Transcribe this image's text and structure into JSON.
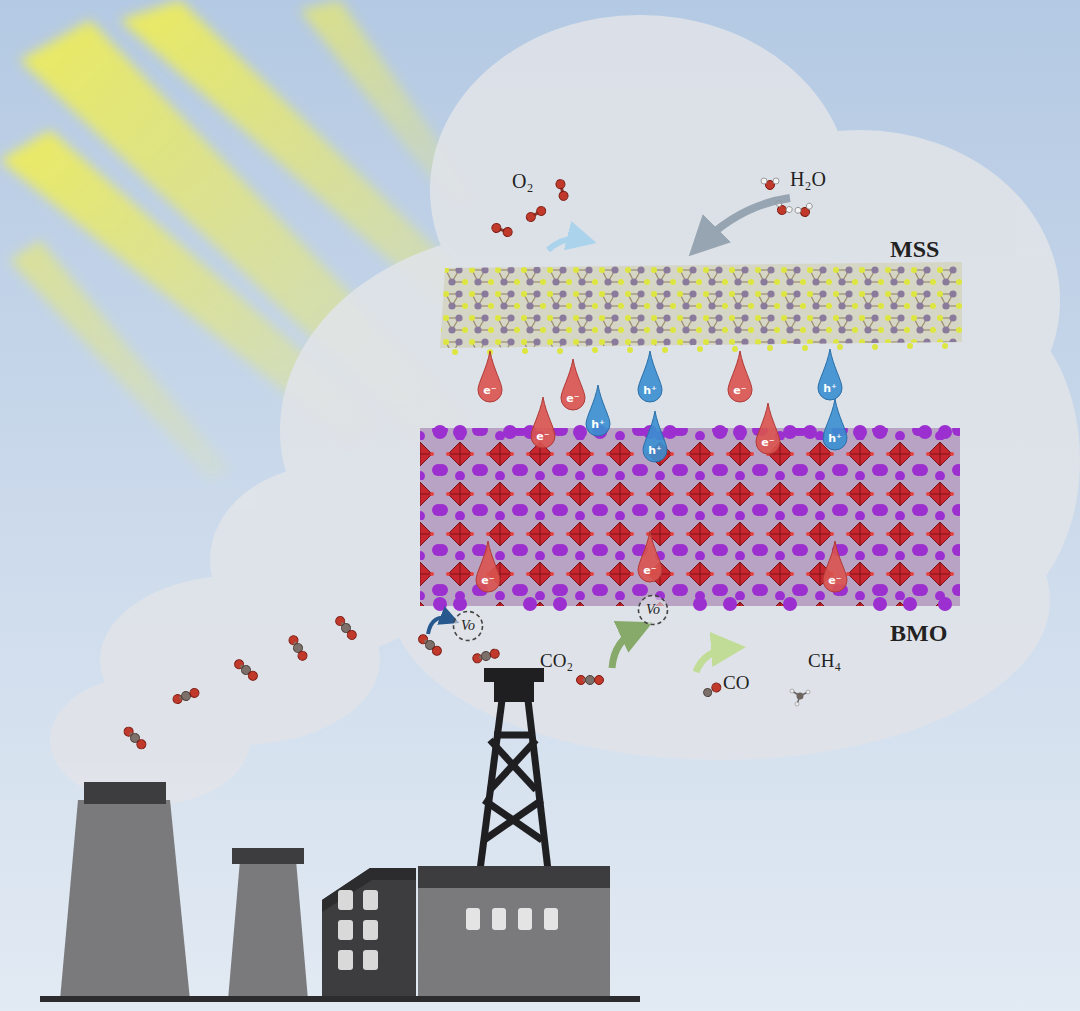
{
  "diagram": {
    "nodes": [
      {
        "text": [
          "e⁻"
        ]
      },
      {
        "text": [
          "e⁻"
        ]
      },
      {
        "text": [
          "h⁺"
        ]
      },
      {
        "text": [
          "h⁺"
        ]
      },
      {
        "text": [
          "e⁻"
        ]
      },
      {
        "text": [
          "e⁻"
        ]
      },
      {
        "text": [
          "h⁺"
        ]
      },
      {
        "text": [
          "h⁺"
        ]
      },
      {
        "text": [
          "h⁺"
        ]
      },
      {
        "text": [
          "e⁻"
        ]
      },
      {
        "text": [
          "e⁻"
        ]
      },
      {
        "text": [
          "e⁻"
        ]
      },
      {
        "text": [
          "e⁻"
        ]
      },
      {
        "text": [
          "Vo"
        ]
      },
      {
        "text": [
          "Vo"
        ]
      }
    ],
    "labels": [
      "O₂",
      "H₂O",
      "MSS",
      "BMO",
      "CO₂",
      "CO",
      "CH₄"
    ]
  }
}
